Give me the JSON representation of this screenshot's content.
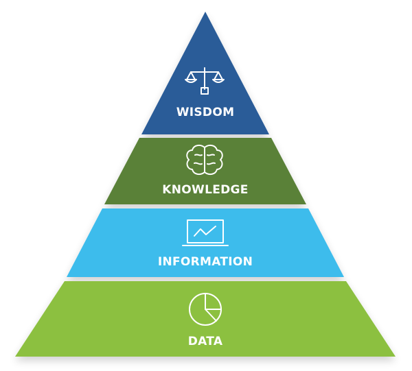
{
  "pyramid": {
    "tiers": [
      {
        "label": "WISDOM",
        "icon": "scales-icon",
        "color": "#2b5c98"
      },
      {
        "label": "KNOWLEDGE",
        "icon": "brain-icon",
        "color": "#5a8138"
      },
      {
        "label": "INFORMATION",
        "icon": "laptop-chart-icon",
        "color": "#3dbcec"
      },
      {
        "label": "DATA",
        "icon": "pie-chart-icon",
        "color": "#8cc041"
      }
    ]
  }
}
